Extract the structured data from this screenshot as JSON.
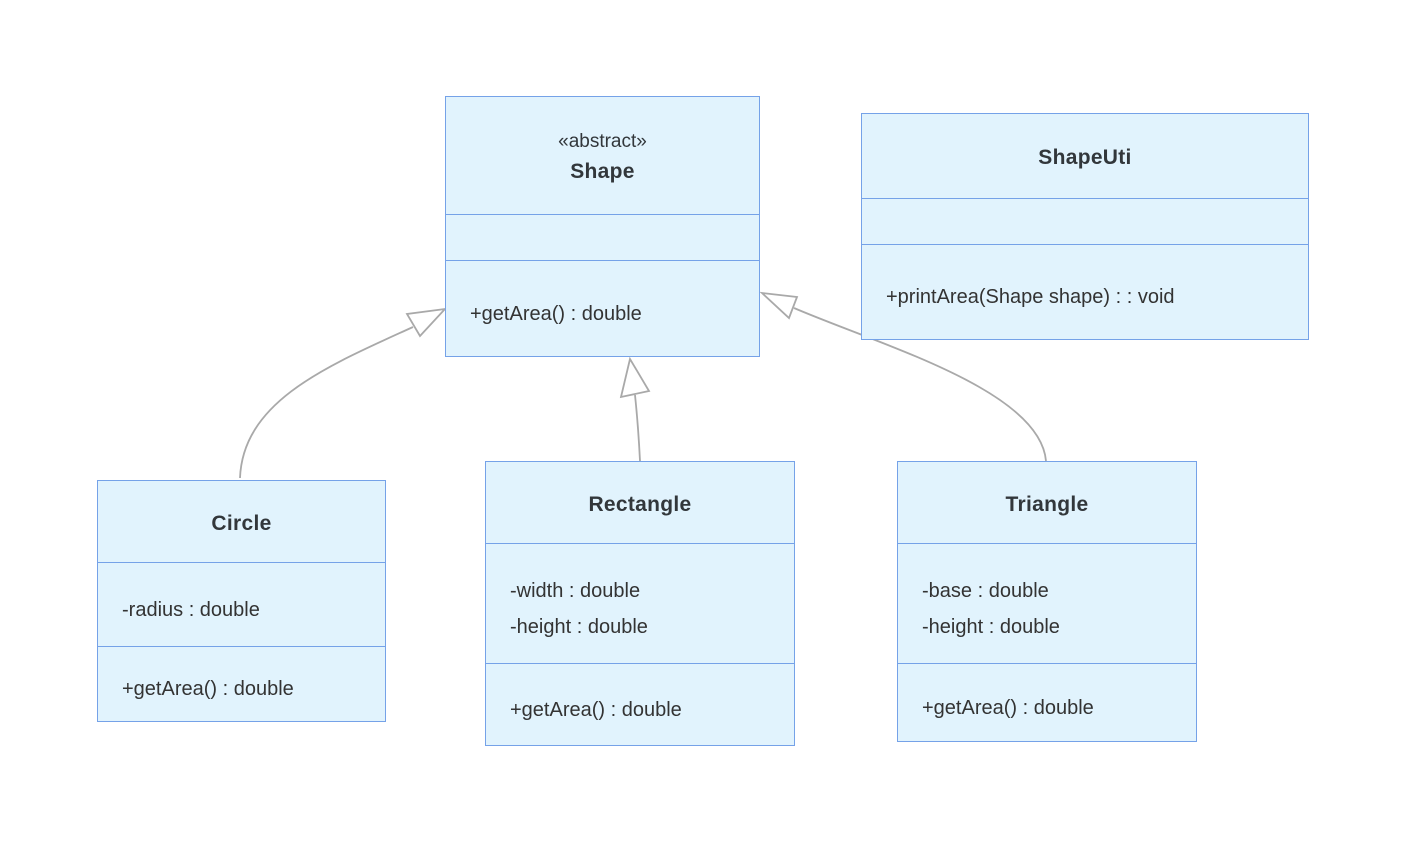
{
  "diagram": {
    "type": "uml-class-diagram",
    "background": "#FFFFFF",
    "classes": [
      {
        "id": "shape",
        "stereotype": "«abstract»",
        "name": "Shape",
        "attributes": [],
        "methods": [
          "+getArea() : double"
        ]
      },
      {
        "id": "shapeuti",
        "stereotype": "",
        "name": "ShapeUti",
        "attributes": [],
        "methods": [
          "+printArea(Shape shape) : : void"
        ]
      },
      {
        "id": "circle",
        "stereotype": "",
        "name": "Circle",
        "attributes": [
          "-radius : double"
        ],
        "methods": [
          "+getArea() : double"
        ]
      },
      {
        "id": "rectangle",
        "stereotype": "",
        "name": "Rectangle",
        "attributes": [
          "-width : double",
          "-height : double"
        ],
        "methods": [
          "+getArea() : double"
        ]
      },
      {
        "id": "triangle",
        "stereotype": "",
        "name": "Triangle",
        "attributes": [
          "-base : double",
          "-height : double"
        ],
        "methods": [
          "+getArea() : double"
        ]
      }
    ],
    "relationships": [
      {
        "from": "Circle",
        "to": "Shape",
        "type": "inheritance",
        "arrow": "hollow-triangle"
      },
      {
        "from": "Rectangle",
        "to": "Shape",
        "type": "inheritance",
        "arrow": "hollow-triangle"
      },
      {
        "from": "Triangle",
        "to": "Shape",
        "type": "inheritance",
        "arrow": "hollow-triangle"
      }
    ],
    "colors": {
      "box_fill": "#E1F3FD",
      "box_border": "#75A2E8",
      "edge_line": "#A9A9A9",
      "arrowhead_fill": "#FFFFFF",
      "title_text": "#32373B",
      "member_text": "#333333"
    }
  }
}
